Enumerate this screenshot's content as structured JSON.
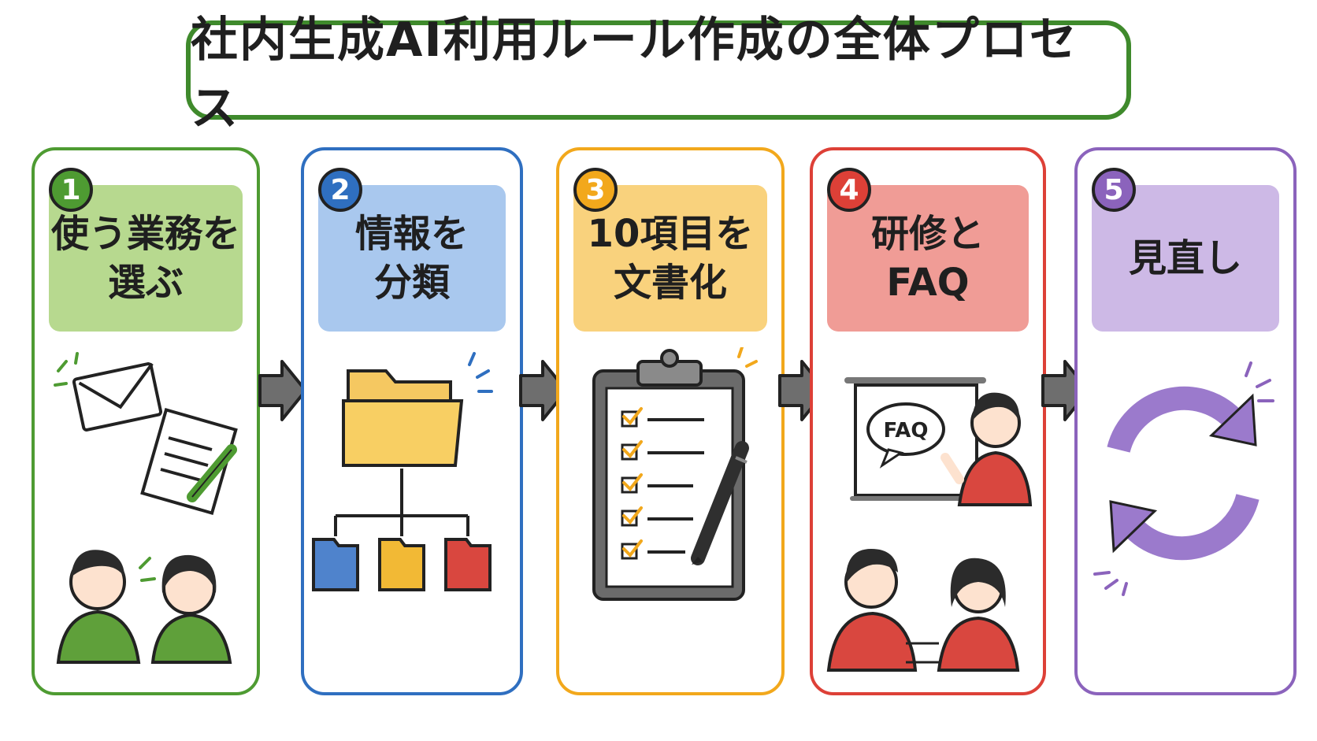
{
  "title": "社内生成AI利用ルール作成の全体プロセス",
  "colors": {
    "green": "#4e9b32",
    "blue": "#2f6fc0",
    "orange": "#f2a81c",
    "red": "#dd4037",
    "purple": "#8b63bc"
  },
  "steps": [
    {
      "number": "1",
      "line1": "使う業務を",
      "line2": "選ぶ",
      "icons": [
        "envelope-icon",
        "document-pen-icon",
        "people-discussing-icon"
      ]
    },
    {
      "number": "2",
      "line1": "情報を",
      "line2": "分類",
      "icons": [
        "folder-icon",
        "folder-tree-icon"
      ]
    },
    {
      "number": "3",
      "line1": "10項目を",
      "line2": "文書化",
      "icons": [
        "clipboard-checklist-icon",
        "pen-icon"
      ]
    },
    {
      "number": "4",
      "line1": "研修と",
      "line2": "FAQ",
      "faq_bubble": "FAQ",
      "icons": [
        "presentation-board-icon",
        "speech-bubble-icon",
        "trainer-icon",
        "audience-icon"
      ]
    },
    {
      "number": "5",
      "line1": "見直し",
      "line2": "",
      "icons": [
        "cycle-arrows-icon"
      ]
    }
  ]
}
